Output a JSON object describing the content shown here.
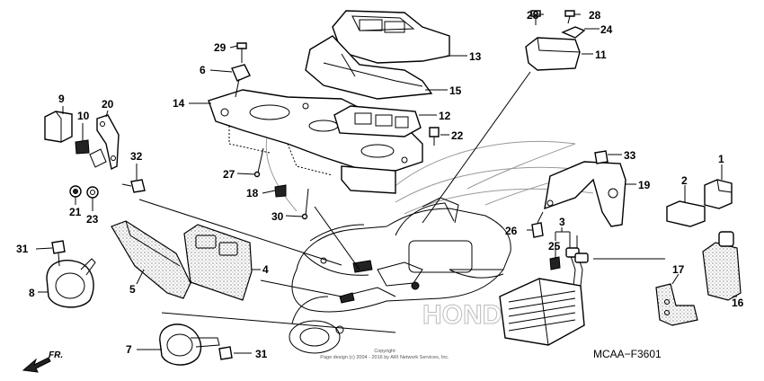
{
  "diagram_code": "MCAA−F3601",
  "copyright_line1": "Copyright",
  "copyright_line2": "Page design (c) 2004 - 2016 by ARI Network Services, Inc.",
  "front_label": "FR.",
  "callouts": {
    "c1": "1",
    "c2": "2",
    "c3": "3",
    "c4": "4",
    "c5": "5",
    "c6": "6",
    "c7": "7",
    "c8": "8",
    "c9": "9",
    "c10": "10",
    "c11": "11",
    "c12": "12",
    "c13": "13",
    "c14": "14",
    "c15": "15",
    "c16": "16",
    "c17": "17",
    "c18": "18",
    "c19": "19",
    "c20": "20",
    "c21": "21",
    "c22": "22",
    "c23": "23",
    "c24": "24",
    "c25": "25",
    "c26": "26",
    "c27": "27",
    "c28a": "28",
    "c28b": "28",
    "c29": "29",
    "c30": "30",
    "c31a": "31",
    "c31b": "31",
    "c32": "32",
    "c33": "33"
  }
}
